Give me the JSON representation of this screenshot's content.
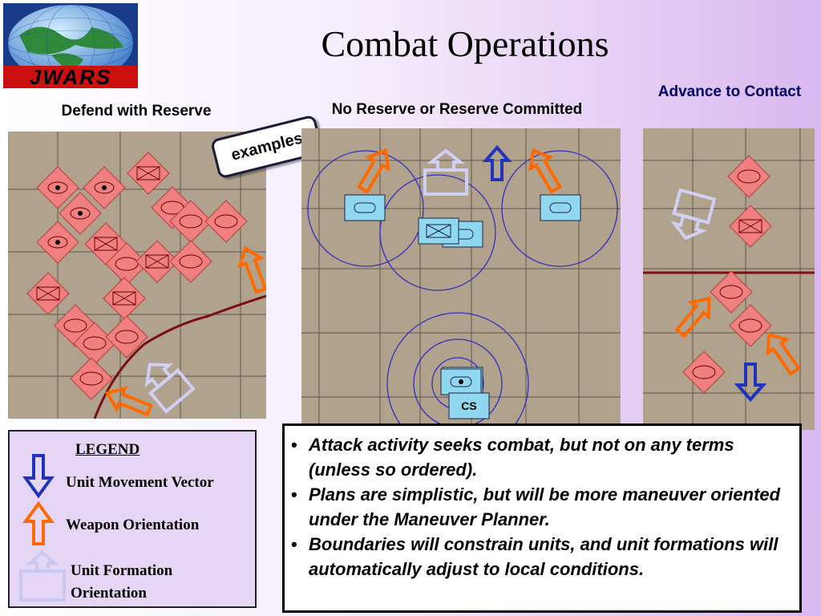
{
  "slide": {
    "title": "Combat Operations",
    "logo": {
      "text": "JWARS"
    }
  },
  "headers": {
    "left": "Defend with Reserve",
    "middle": "No Reserve or Reserve Committed",
    "right": "Advance to Contact"
  },
  "tag": {
    "label": "examples"
  },
  "legend": {
    "title": "LEGEND",
    "items": [
      {
        "label": "Unit Movement Vector",
        "icon": "blue-arrow-icon",
        "color": "#2233bb"
      },
      {
        "label": "Weapon Orientation",
        "icon": "orange-arrow-icon",
        "color": "#ff6a00"
      },
      {
        "label": "Unit Formation Orientation",
        "icon": "pale-arrow-icon",
        "color": "#c8c8f0"
      }
    ]
  },
  "map_labels": {
    "cs": "CS"
  },
  "bullets": [
    "Attack activity seeks combat, but not on any terms (unless so ordered).",
    "Plans are simplistic, but will be more maneuver oriented under the Maneuver Planner.",
    "Boundaries will constrain units, and unit formations will automatically adjust to local conditions."
  ],
  "colors": {
    "terrain": "#b0a28c",
    "enemy_unit": "#f08080",
    "friendly_unit": "#8fd8f0",
    "range_ring": "#3030c0",
    "boundary": "#7a1010"
  }
}
